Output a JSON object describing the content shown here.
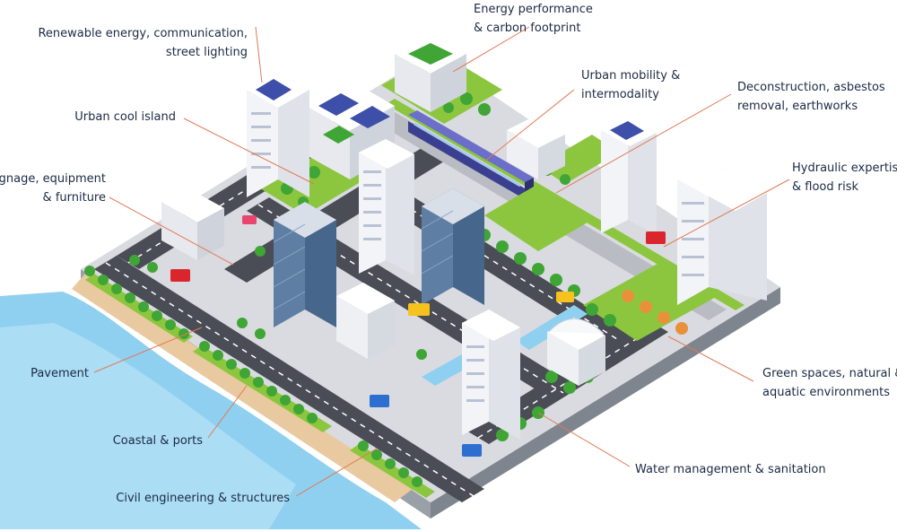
{
  "labels": {
    "energy_performance": [
      "Energy performance",
      "& carbon footprint"
    ],
    "renewable_energy": [
      "Renewable energy, communication,",
      "street lighting"
    ],
    "urban_mobility": [
      "Urban mobility &",
      "intermodality"
    ],
    "deconstruction": [
      "Deconstruction, asbestos",
      "removal, earthworks"
    ],
    "urban_cool_island": [
      "Urban cool island"
    ],
    "hydraulic_expertise": [
      "Hydraulic expertise",
      "& flood risk"
    ],
    "signage": [
      "Signage, equipment",
      "& furniture"
    ],
    "pavement": [
      "Pavement"
    ],
    "green_spaces": [
      "Green spaces, natural &",
      "aquatic environments"
    ],
    "coastal_ports": [
      "Coastal & ports"
    ],
    "water_management": [
      "Water management & sanitation"
    ],
    "civil_engineering": [
      "Civil engineering & structures"
    ]
  },
  "colors": {
    "label_text": "#1c2a44",
    "leader_line": "#e07a55",
    "water": "#8fd0f0",
    "sand": "#e9c9a0",
    "grass": "#8cc63f",
    "tree": "#3fa535",
    "road": "#4a4d55",
    "sidewalk": "#d9dbe0",
    "building": "#f3f4f7",
    "glass": "#5e7fa3",
    "solar": "#3d4fa8"
  }
}
